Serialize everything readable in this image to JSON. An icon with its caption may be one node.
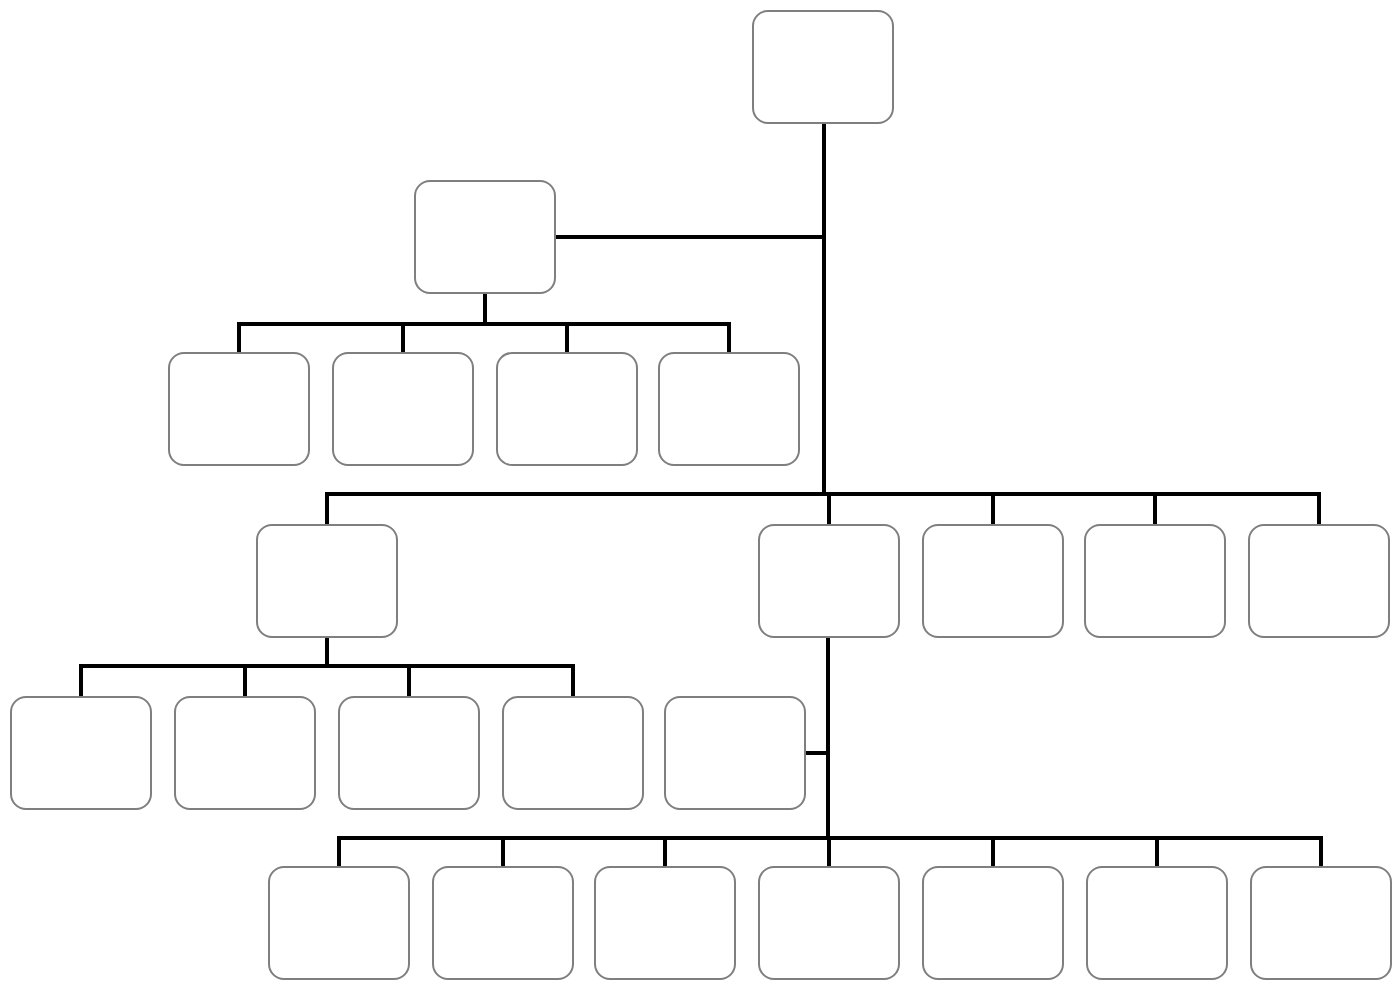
{
  "diagram": {
    "nodes": [
      {
        "text": [],
        "shape": "box"
      },
      {
        "text": [],
        "shape": "box"
      },
      {
        "text": [],
        "shape": "box"
      },
      {
        "text": [],
        "shape": "box"
      },
      {
        "text": [],
        "shape": "box"
      },
      {
        "text": [],
        "shape": "box"
      },
      {
        "text": [],
        "shape": "box"
      },
      {
        "text": [],
        "shape": "box"
      },
      {
        "text": [],
        "shape": "box"
      },
      {
        "text": [],
        "shape": "box"
      },
      {
        "text": [],
        "shape": "box"
      },
      {
        "text": [],
        "shape": "box"
      },
      {
        "text": [],
        "shape": "box"
      },
      {
        "text": [],
        "shape": "box"
      },
      {
        "text": [],
        "shape": "box"
      },
      {
        "text": [],
        "shape": "box"
      },
      {
        "text": [],
        "shape": "box"
      },
      {
        "text": [],
        "shape": "box"
      },
      {
        "text": [],
        "shape": "box"
      },
      {
        "text": [],
        "shape": "box"
      },
      {
        "text": [],
        "shape": "box"
      },
      {
        "text": [],
        "shape": "box"
      },
      {
        "text": [],
        "shape": "box"
      }
    ],
    "edges": [
      {
        "from": 0,
        "to": 1,
        "arrow": "none"
      },
      {
        "from": 1,
        "to": 2,
        "arrow": "none"
      },
      {
        "from": 1,
        "to": 3,
        "arrow": "none"
      },
      {
        "from": 1,
        "to": 4,
        "arrow": "none"
      },
      {
        "from": 1,
        "to": 5,
        "arrow": "none"
      },
      {
        "from": 0,
        "to": 6,
        "arrow": "none"
      },
      {
        "from": 0,
        "to": 7,
        "arrow": "none"
      },
      {
        "from": 0,
        "to": 8,
        "arrow": "none"
      },
      {
        "from": 0,
        "to": 9,
        "arrow": "none"
      },
      {
        "from": 0,
        "to": 10,
        "arrow": "none"
      },
      {
        "from": 6,
        "to": 11,
        "arrow": "none"
      },
      {
        "from": 6,
        "to": 12,
        "arrow": "none"
      },
      {
        "from": 6,
        "to": 13,
        "arrow": "none"
      },
      {
        "from": 6,
        "to": 14,
        "arrow": "none"
      },
      {
        "from": 7,
        "to": 15,
        "arrow": "none"
      },
      {
        "from": 7,
        "to": 16,
        "arrow": "none"
      },
      {
        "from": 7,
        "to": 17,
        "arrow": "none"
      },
      {
        "from": 7,
        "to": 18,
        "arrow": "none"
      },
      {
        "from": 7,
        "to": 19,
        "arrow": "none"
      },
      {
        "from": 7,
        "to": 20,
        "arrow": "none"
      },
      {
        "from": 7,
        "to": 21,
        "arrow": "none"
      },
      {
        "from": 7,
        "to": 22,
        "arrow": "none"
      }
    ]
  }
}
